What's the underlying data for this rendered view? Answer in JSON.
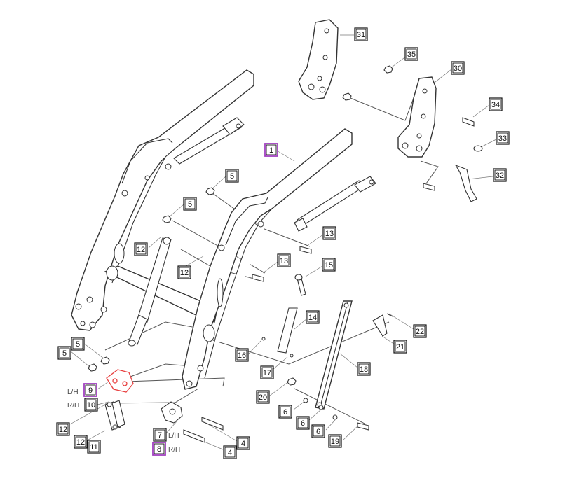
{
  "callouts": [
    {
      "id": "c31",
      "label": "31",
      "highlight": false
    },
    {
      "id": "c35",
      "label": "35",
      "highlight": false
    },
    {
      "id": "c30",
      "label": "30",
      "highlight": false
    },
    {
      "id": "c34",
      "label": "34",
      "highlight": false
    },
    {
      "id": "c33",
      "label": "33",
      "highlight": false
    },
    {
      "id": "c32",
      "label": "32",
      "highlight": false
    },
    {
      "id": "c1",
      "label": "1",
      "highlight": true
    },
    {
      "id": "c5a",
      "label": "5",
      "highlight": false
    },
    {
      "id": "c5b",
      "label": "5",
      "highlight": false
    },
    {
      "id": "c13a",
      "label": "13",
      "highlight": false
    },
    {
      "id": "c13b",
      "label": "13",
      "highlight": false
    },
    {
      "id": "c12a",
      "label": "12",
      "highlight": false
    },
    {
      "id": "c12b",
      "label": "12",
      "highlight": false
    },
    {
      "id": "c15",
      "label": "15",
      "highlight": false
    },
    {
      "id": "c14",
      "label": "14",
      "highlight": false
    },
    {
      "id": "c22",
      "label": "22",
      "highlight": false
    },
    {
      "id": "c21",
      "label": "21",
      "highlight": false
    },
    {
      "id": "c18",
      "label": "18",
      "highlight": false
    },
    {
      "id": "c16",
      "label": "16",
      "highlight": false
    },
    {
      "id": "c17",
      "label": "17",
      "highlight": false
    },
    {
      "id": "c20",
      "label": "20",
      "highlight": false
    },
    {
      "id": "c6a",
      "label": "6",
      "highlight": false
    },
    {
      "id": "c6b",
      "label": "6",
      "highlight": false
    },
    {
      "id": "c6c",
      "label": "6",
      "highlight": false
    },
    {
      "id": "c19",
      "label": "19",
      "highlight": false
    },
    {
      "id": "c5c",
      "label": "5",
      "highlight": false
    },
    {
      "id": "c5d",
      "label": "5",
      "highlight": false
    },
    {
      "id": "c9",
      "label": "9",
      "highlight": true
    },
    {
      "id": "c10",
      "label": "10",
      "highlight": false
    },
    {
      "id": "c12c",
      "label": "12",
      "highlight": false
    },
    {
      "id": "c12d",
      "label": "12",
      "highlight": false
    },
    {
      "id": "c11",
      "label": "11",
      "highlight": false
    },
    {
      "id": "c7",
      "label": "7",
      "highlight": false
    },
    {
      "id": "c8",
      "label": "8",
      "highlight": true
    },
    {
      "id": "c4a",
      "label": "4",
      "highlight": false
    },
    {
      "id": "c4b",
      "label": "4",
      "highlight": false
    }
  ],
  "side_labels": {
    "lh_9": "L/H",
    "rh_10": "R/H",
    "lh_7": "L/H",
    "rh_8": "R/H"
  }
}
